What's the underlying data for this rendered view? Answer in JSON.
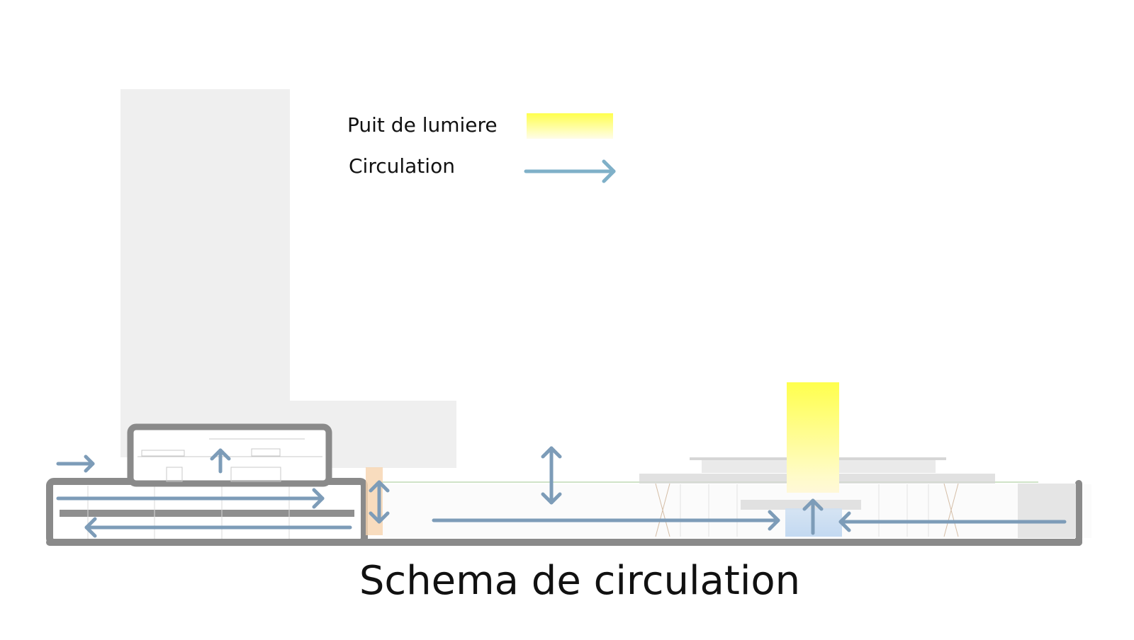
{
  "title": "Schema de circulation",
  "legend": {
    "light_well_label": "Puit de lumiere",
    "circulation_label": "Circulation"
  },
  "colors": {
    "background": "#ffffff",
    "backdrop_building": "#efefef",
    "wall": "#8a8a8a",
    "slab": "#9a9a9a",
    "circulation_arrow": "#7ea9c2",
    "circulation_arrow_dark": "#7d9cb8",
    "light_well_top": "#ffff55",
    "light_well_bottom": "#fffad0",
    "stair_accent": "#f3c89a"
  },
  "icons": {
    "light_swatch": "yellow-gradient-swatch",
    "circulation_swatch": "arrow-right-icon"
  }
}
